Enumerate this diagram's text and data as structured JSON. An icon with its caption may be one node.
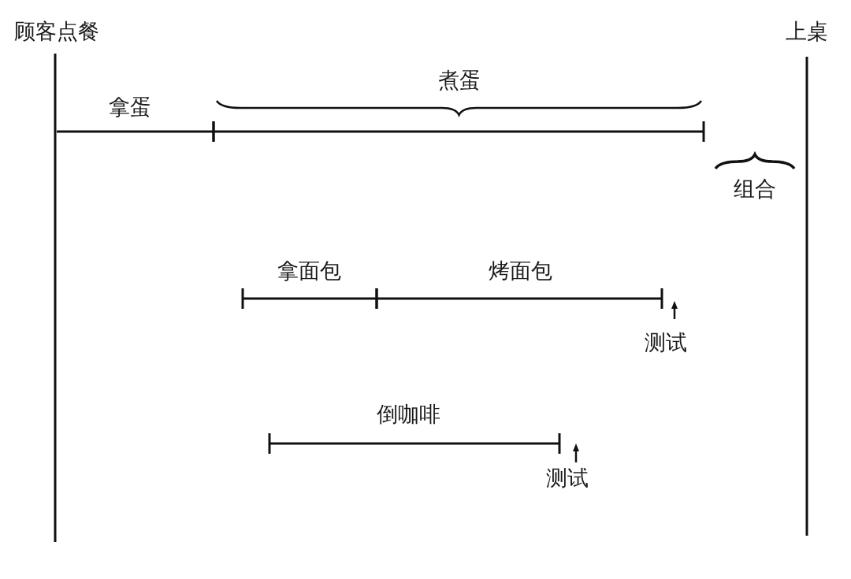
{
  "diagram": {
    "nodes": [
      {
        "text": [
          "顾客点餐"
        ]
      },
      {
        "text": [
          "上桌"
        ]
      },
      {
        "text": [
          "拿蛋"
        ]
      },
      {
        "text": [
          "煮蛋"
        ]
      },
      {
        "text": [
          "组合"
        ]
      },
      {
        "text": [
          "拿面包"
        ]
      },
      {
        "text": [
          "烤面包"
        ]
      },
      {
        "text": [
          "倒咖啡"
        ]
      }
    ],
    "labels": [
      "测试",
      "测试"
    ]
  }
}
